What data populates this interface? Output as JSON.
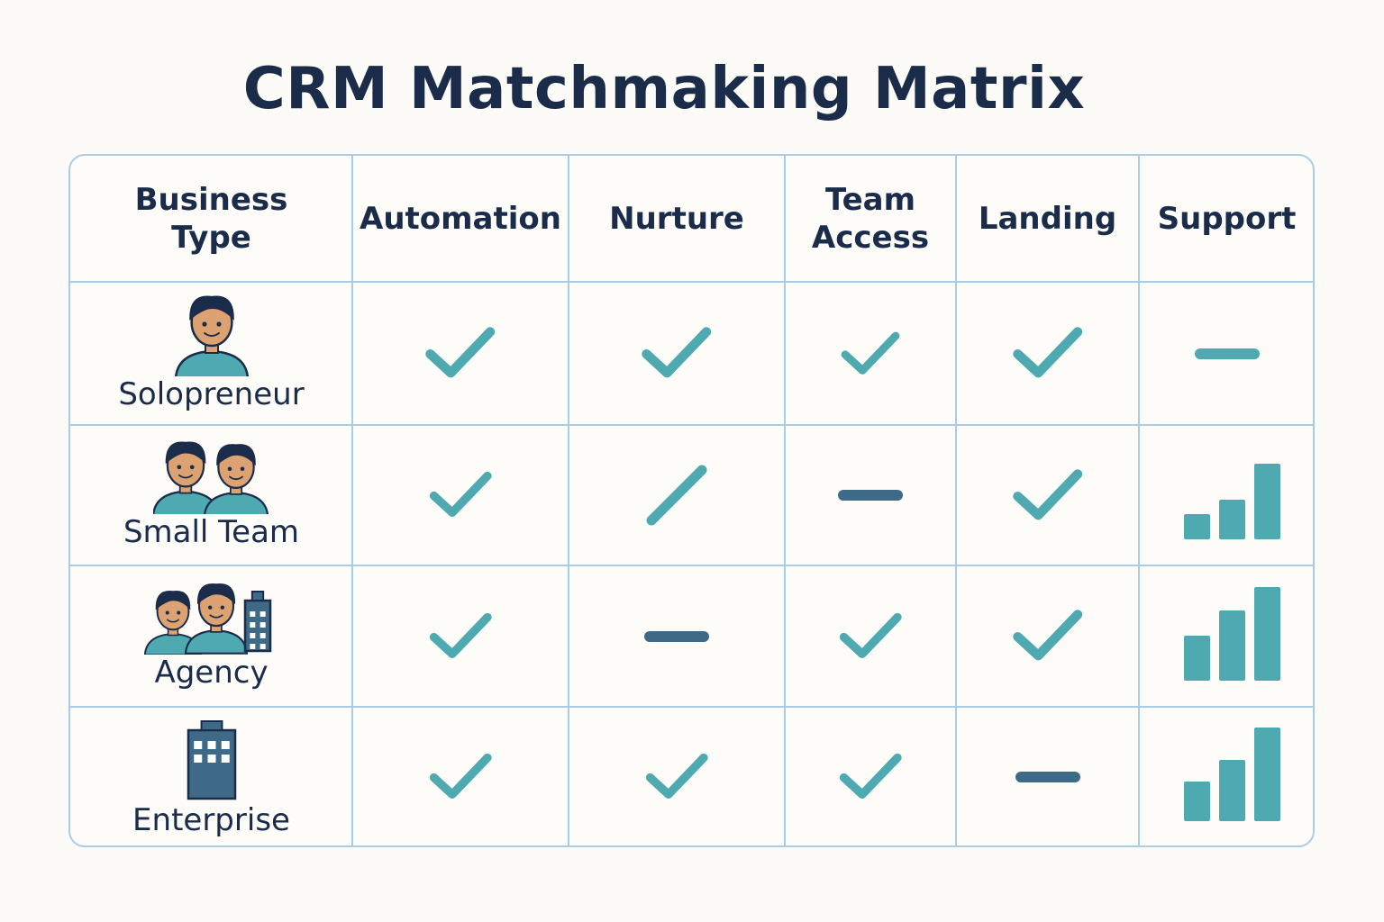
{
  "title": "CRM Matchmaking Matrix",
  "header": {
    "corner": "Business\nType",
    "columns": [
      "Automation",
      "Nurture",
      "Team\nAccess",
      "Landing",
      "Support"
    ]
  },
  "rows": [
    {
      "label": "Solopreneur",
      "icon": "person-icon",
      "marks": [
        "check",
        "check",
        "check",
        "check",
        "dash"
      ]
    },
    {
      "label": "Small Team",
      "icon": "two-people-icon",
      "marks": [
        "check",
        "slash",
        "dash",
        "check",
        "bars-small"
      ]
    },
    {
      "label": "Agency",
      "icon": "team-building-icon",
      "marks": [
        "check",
        "dash",
        "check",
        "check",
        "bars-medium"
      ]
    },
    {
      "label": "Enterprise",
      "icon": "office-building-icon",
      "marks": [
        "check",
        "check",
        "check",
        "dash",
        "bars-large"
      ]
    }
  ],
  "colors": {
    "teal": "#4fa9b1",
    "slate": "#3f6a87",
    "text": "#1b2c4a",
    "grid": "#a9cde6",
    "skin": "#dca272",
    "hair": "#1b2c4a"
  }
}
